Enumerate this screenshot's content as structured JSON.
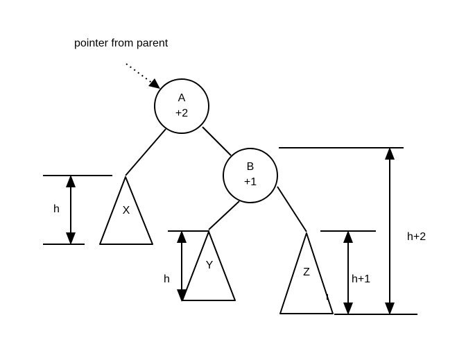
{
  "diagram": {
    "type": "avl-tree-imbalance",
    "annotation": "pointer from parent",
    "nodes": [
      {
        "id": "A",
        "label": "A",
        "balance": "+2"
      },
      {
        "id": "B",
        "label": "B",
        "balance": "+1"
      }
    ],
    "subtrees": [
      {
        "id": "X",
        "label": "X",
        "parent": "A"
      },
      {
        "id": "Y",
        "label": "Y",
        "parent": "B"
      },
      {
        "id": "Z",
        "label": "Z",
        "parent": "B"
      }
    ],
    "edges": [
      {
        "from": "A",
        "to": "X"
      },
      {
        "from": "A",
        "to": "B"
      },
      {
        "from": "B",
        "to": "Y"
      },
      {
        "from": "B",
        "to": "Z"
      }
    ],
    "heights": {
      "x": "h",
      "y": "h",
      "z": "h+1",
      "b_subtree": "h+2"
    }
  }
}
